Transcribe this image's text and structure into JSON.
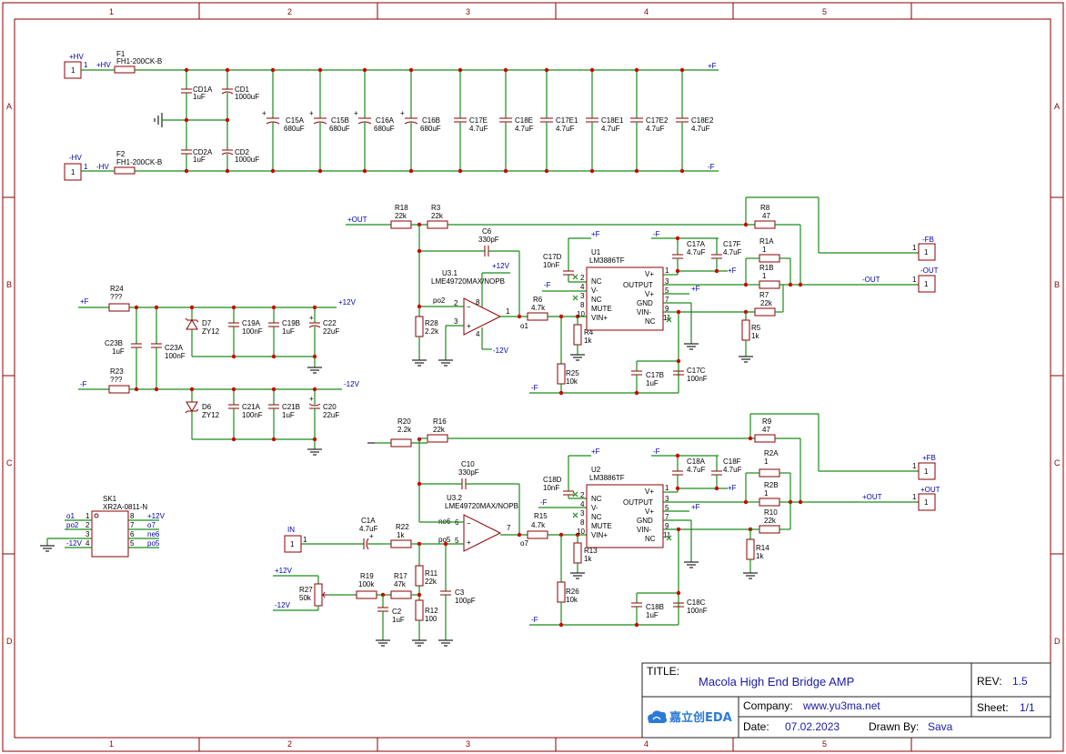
{
  "grid": {
    "columns": [
      "1",
      "2",
      "3",
      "4",
      "5"
    ],
    "rows": [
      "A",
      "B",
      "C",
      "D"
    ]
  },
  "title_block": {
    "title_label": "TITLE:",
    "title": "Macola High End Bridge AMP",
    "rev_label": "REV:",
    "rev": "1.5",
    "company_label": "Company:",
    "company": "www.yu3ma.net",
    "sheet_label": "Sheet:",
    "sheet": "1/1",
    "date_label": "Date:",
    "date": "07.02.2023",
    "drawn_label": "Drawn By:",
    "drawn": "Sava",
    "logo_text": "嘉立创EDA"
  },
  "power": {
    "hv_pos": {
      "conn": "+HV",
      "pin": "1",
      "net": "+HV",
      "fuse": "F1",
      "fuse_val": "FH1-200CK-B"
    },
    "hv_neg": {
      "conn": "-HV",
      "pin": "1",
      "net": "-HV",
      "fuse": "F2",
      "fuse_val": "FH1-200CK-B"
    },
    "caps": [
      {
        "ref": "CD1A",
        "val": "1uF"
      },
      {
        "ref": "CD1",
        "val": "1000uF"
      },
      {
        "ref": "CD2A",
        "val": "1uF"
      },
      {
        "ref": "CD2",
        "val": "1000uF"
      },
      {
        "ref": "C15A",
        "val": "680uF"
      },
      {
        "ref": "C15B",
        "val": "680uF"
      },
      {
        "ref": "C16A",
        "val": "680uF"
      },
      {
        "ref": "C16B",
        "val": "680uF"
      },
      {
        "ref": "C17E",
        "val": "4.7uF"
      },
      {
        "ref": "C18E",
        "val": "4.7uF"
      },
      {
        "ref": "C17E1",
        "val": "4.7uF"
      },
      {
        "ref": "C18E1",
        "val": "4.7uF"
      },
      {
        "ref": "C17E2",
        "val": "4.7uF"
      },
      {
        "ref": "C18E2",
        "val": "4.7uF"
      }
    ],
    "rail_pos": "+F",
    "rail_neg": "-F"
  },
  "regulator": {
    "in_pos": "+F",
    "in_neg": "-F",
    "out_pos": "+12V",
    "out_neg": "-12V",
    "parts": [
      {
        "ref": "R24",
        "val": "???"
      },
      {
        "ref": "R23",
        "val": "???"
      },
      {
        "ref": "C23B",
        "val": "1uF"
      },
      {
        "ref": "C23A",
        "val": "100nF"
      },
      {
        "ref": "D7",
        "val": "ZY12"
      },
      {
        "ref": "D6",
        "val": "ZY12"
      },
      {
        "ref": "C19A",
        "val": "100nF"
      },
      {
        "ref": "C19B",
        "val": "1uF"
      },
      {
        "ref": "C22",
        "val": "22uF"
      },
      {
        "ref": "C21A",
        "val": "100nF"
      },
      {
        "ref": "C21B",
        "val": "1uF"
      },
      {
        "ref": "C20",
        "val": "22uF"
      }
    ]
  },
  "channel_top": {
    "in_net": "+OUT",
    "R18": {
      "ref": "R18",
      "val": "22k"
    },
    "R3": {
      "ref": "R3",
      "val": "22k"
    },
    "C6": {
      "ref": "C6",
      "val": "330pF"
    },
    "opamp": {
      "ref": "U3.1",
      "val": "LME49720MAX/NOPB",
      "p8": "8",
      "p2": "2",
      "p3": "3",
      "p1": "1",
      "p4": "4",
      "n_po": "po2",
      "n_o": "o1"
    },
    "R28": {
      "ref": "R28",
      "val": "2.2k"
    },
    "R6": {
      "ref": "R6",
      "val": "4.7k"
    },
    "R4": {
      "ref": "R4",
      "val": "1k"
    },
    "R25": {
      "ref": "R25",
      "val": "10k"
    },
    "C17D": {
      "ref": "C17D",
      "val": "10nF"
    },
    "amp": {
      "ref": "U1",
      "val": "LM3886TF",
      "left_pins": [
        "NC",
        "V-",
        "NC",
        "MUTE",
        "VIN+"
      ],
      "left_nums": [
        "2",
        "4",
        "3",
        "8",
        "10"
      ],
      "right_pins": [
        "V+",
        "OUTPUT",
        "V+",
        "GND",
        "VIN-",
        "NC"
      ],
      "right_nums": [
        "1",
        "3",
        "5",
        "7",
        "9",
        "11"
      ]
    },
    "C17A": {
      "ref": "C17A",
      "val": "4.7uF"
    },
    "C17F": {
      "ref": "C17F",
      "val": "4.7uF"
    },
    "C17B": {
      "ref": "C17B",
      "val": "1uF"
    },
    "C17C": {
      "ref": "C17C",
      "val": "100nF"
    },
    "R8": {
      "ref": "R8",
      "val": "47"
    },
    "R1A": {
      "ref": "R1A",
      "val": "1"
    },
    "R1B": {
      "ref": "R1B",
      "val": "1"
    },
    "R7": {
      "ref": "R7",
      "val": "22k"
    },
    "R5": {
      "ref": "R5",
      "val": "1k"
    },
    "fb": {
      "net": "-FB",
      "pin": "1"
    },
    "out": {
      "net": "-OUT",
      "pin": "1"
    },
    "rail_neg": "-F",
    "rail_pos": "+F",
    "v12p": "+12V",
    "v12n": "-12V"
  },
  "channel_bot": {
    "R20": {
      "ref": "R20",
      "val": "2.2k"
    },
    "R16": {
      "ref": "R16",
      "val": "22k"
    },
    "C10": {
      "ref": "C10",
      "val": "330pF"
    },
    "opamp": {
      "ref": "U3.2",
      "val": "LME49720MAX/NOPB",
      "p6": "6",
      "p5": "5",
      "p7": "7",
      "n_ne": "ne6",
      "n_po": "po5",
      "n_o": "o7"
    },
    "IN": {
      "net": "IN",
      "pin": "1"
    },
    "C1A": {
      "ref": "C1A",
      "val": "4.7uF"
    },
    "R22": {
      "ref": "R22",
      "val": "1k"
    },
    "R11": {
      "ref": "R11",
      "val": "22k"
    },
    "R12": {
      "ref": "R12",
      "val": "100"
    },
    "C3": {
      "ref": "C3",
      "val": "100pF"
    },
    "R19": {
      "ref": "R19",
      "val": "100k"
    },
    "R17": {
      "ref": "R17",
      "val": "47k"
    },
    "C2": {
      "ref": "C2",
      "val": "1uF"
    },
    "R27": {
      "ref": "R27",
      "val": "50k"
    },
    "R15": {
      "ref": "R15",
      "val": "4.7k"
    },
    "R13": {
      "ref": "R13",
      "val": "1k"
    },
    "R26": {
      "ref": "R26",
      "val": "10k"
    },
    "C18D": {
      "ref": "C18D",
      "val": "10nF"
    },
    "amp": {
      "ref": "U2",
      "val": "LM3886TF",
      "left_pins": [
        "NC",
        "V-",
        "NC",
        "MUTE",
        "VIN+"
      ],
      "left_nums": [
        "2",
        "4",
        "3",
        "8",
        "10"
      ],
      "right_pins": [
        "V+",
        "OUTPUT",
        "V+",
        "GND",
        "VIN-",
        "NC"
      ],
      "right_nums": [
        "1",
        "3",
        "5",
        "7",
        "9",
        "11"
      ]
    },
    "C18A": {
      "ref": "C18A",
      "val": "4.7uF"
    },
    "C18F": {
      "ref": "C18F",
      "val": "4.7uF"
    },
    "C18B": {
      "ref": "C18B",
      "val": "1uF"
    },
    "C18C": {
      "ref": "C18C",
      "val": "100nF"
    },
    "R9": {
      "ref": "R9",
      "val": "47"
    },
    "R2A": {
      "ref": "R2A",
      "val": "1"
    },
    "R2B": {
      "ref": "R2B",
      "val": "1"
    },
    "R10": {
      "ref": "R10",
      "val": "22k"
    },
    "R14": {
      "ref": "R14",
      "val": "1k"
    },
    "fb": {
      "net": "+FB",
      "pin": "1"
    },
    "out": {
      "net": "+OUT",
      "pin": "1"
    },
    "rail_neg": "-F",
    "rail_pos": "+F",
    "v12p": "+12V",
    "v12n": "-12V"
  },
  "socket": {
    "ref": "SK1",
    "val": "XR2A-0811-N",
    "left_nets": [
      "o1",
      "po2",
      "",
      "-12V"
    ],
    "left_pins": [
      "1",
      "2",
      "3",
      "4"
    ],
    "right_nets": [
      "+12V",
      "o7",
      "ne6",
      "po5"
    ],
    "right_pins": [
      "8",
      "7",
      "6",
      "5"
    ]
  }
}
